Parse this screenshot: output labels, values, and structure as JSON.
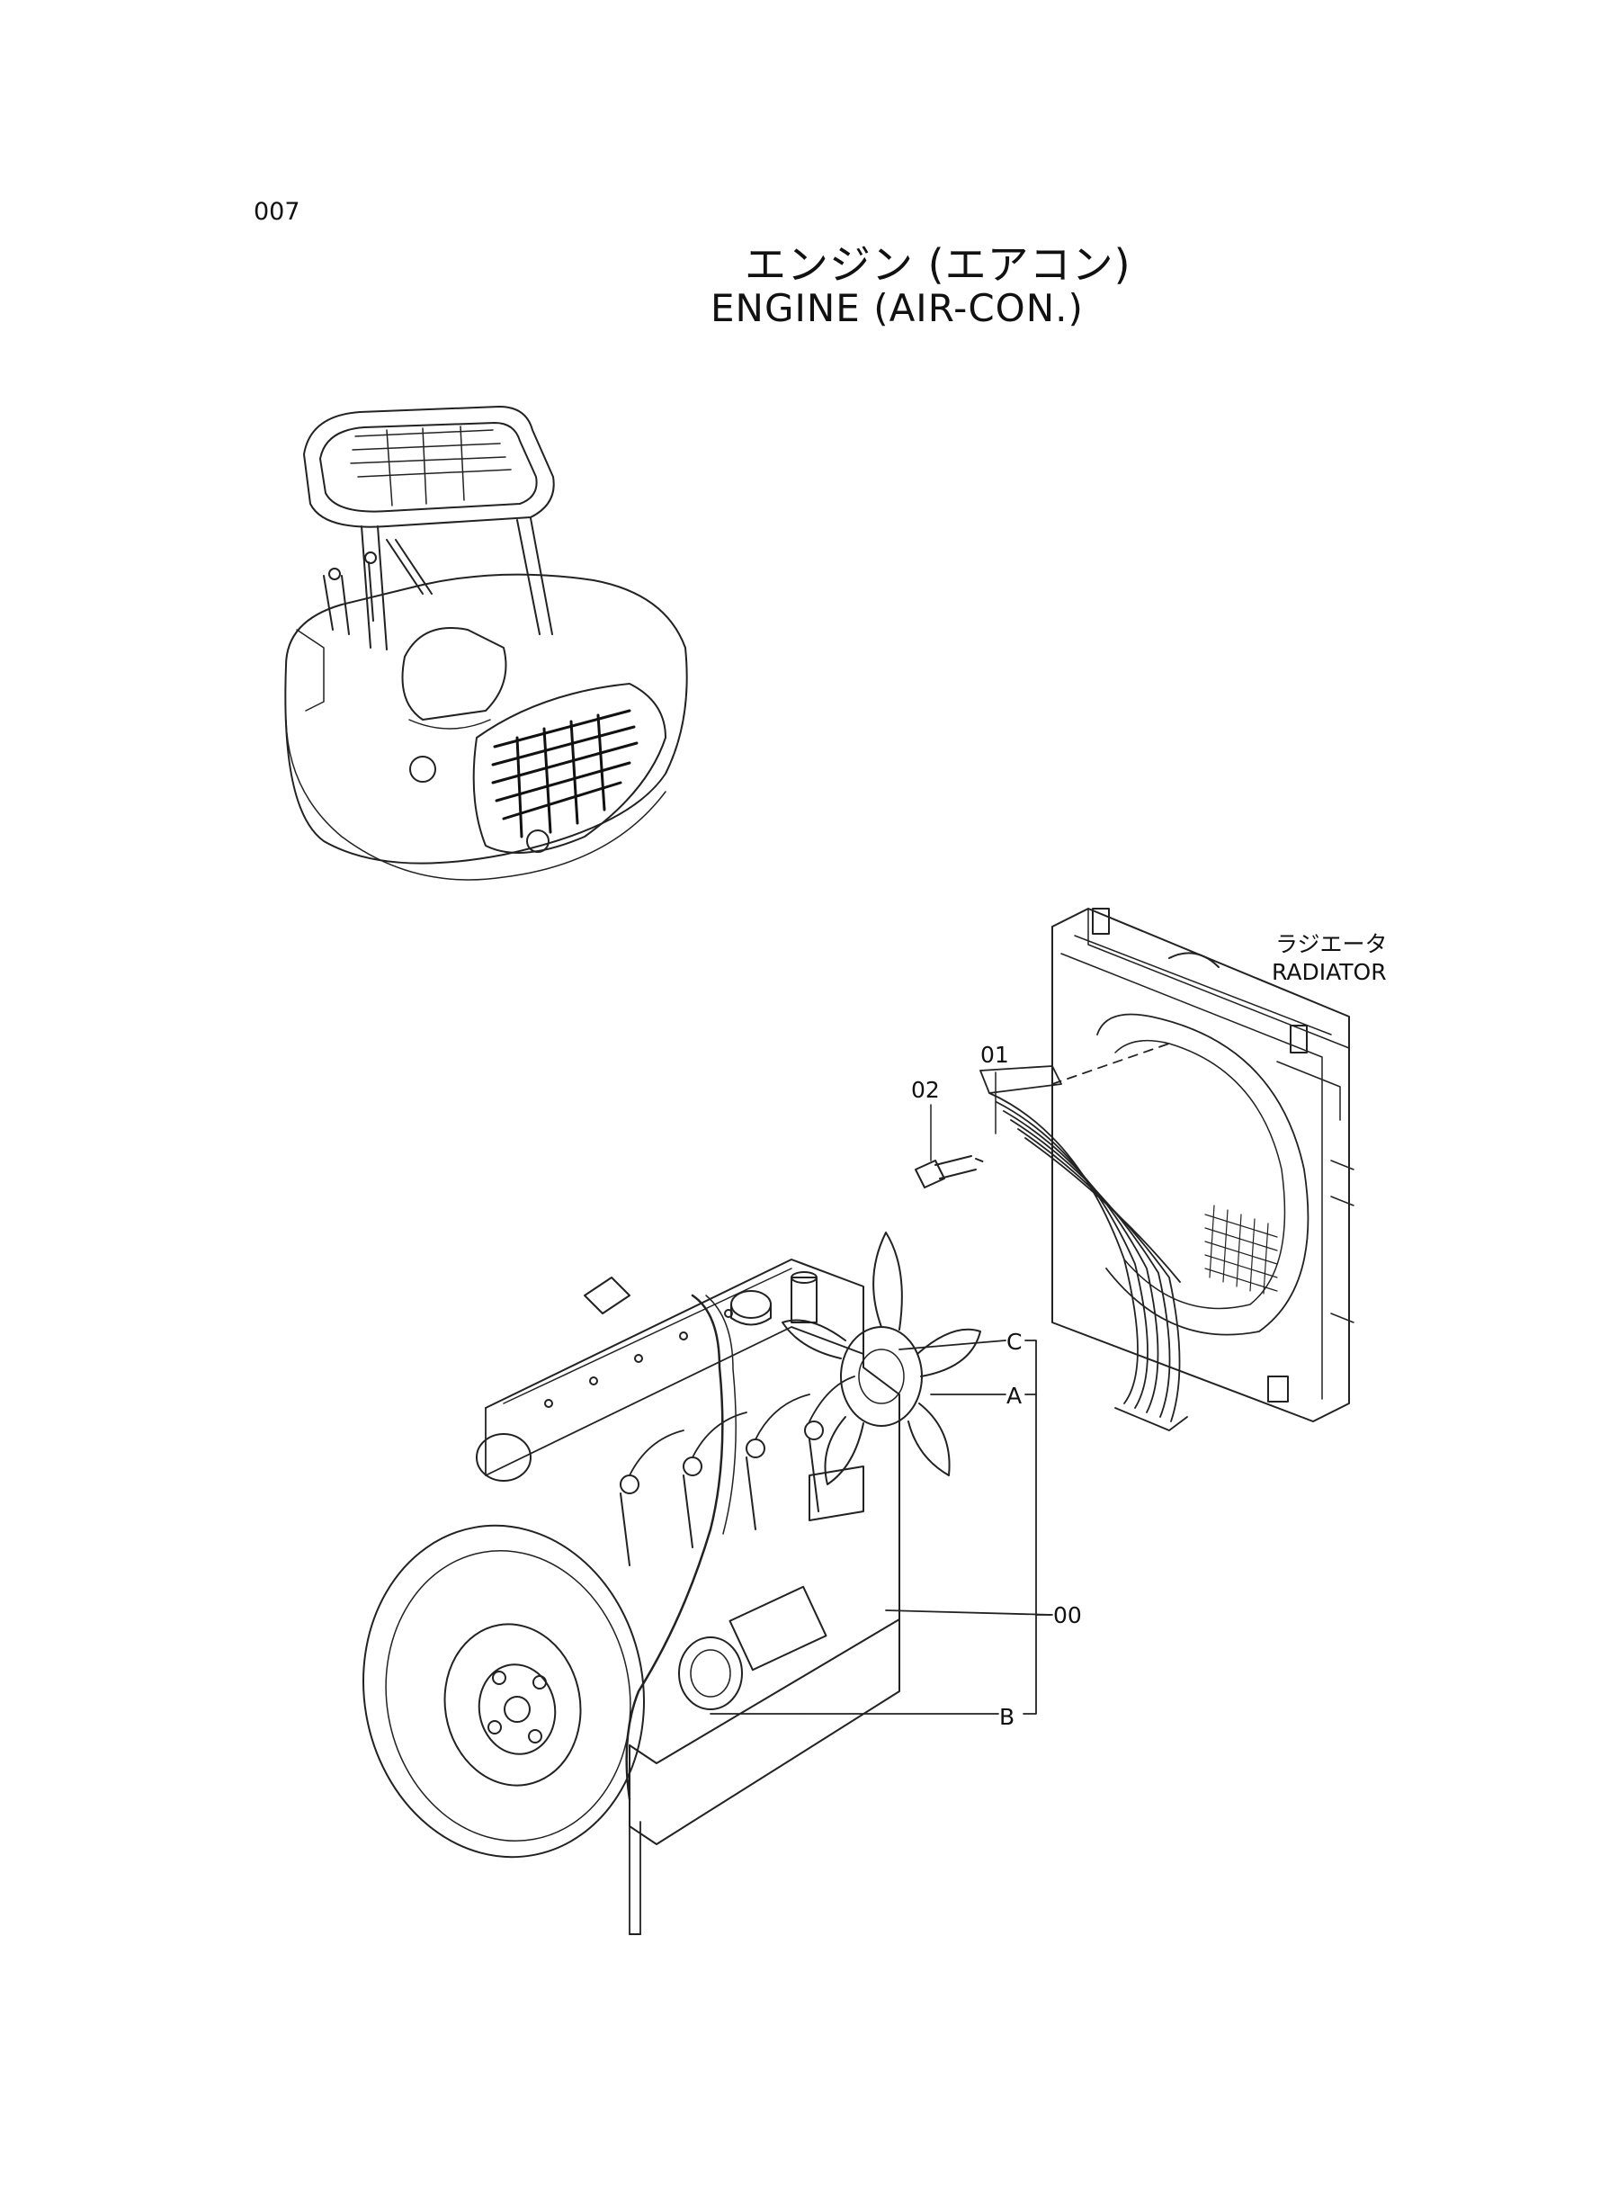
{
  "page": {
    "number": "007",
    "title_jp": "エンジン (エアコン)",
    "title_en": "ENGINE  (AIR-CON.)"
  },
  "radiator": {
    "label_jp": "ラジエータ",
    "label_en": "RADIATOR"
  },
  "callouts": {
    "c01": "01",
    "c02": "02",
    "cC": "C",
    "cA": "A",
    "c00": "00",
    "cB": "B"
  }
}
